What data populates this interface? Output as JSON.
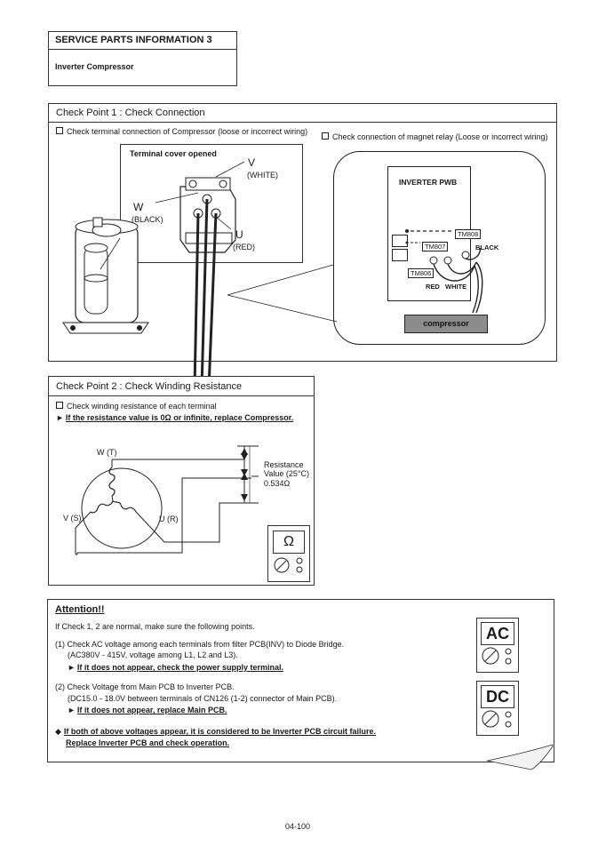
{
  "header": {
    "title": "SERVICE PARTS INFORMATION 3",
    "subtitle": "Inverter Compressor"
  },
  "check1": {
    "title": "Check Point 1 : Check Connection",
    "item1": "Check terminal connection of Compressor (loose or incorrect wiring)",
    "item2": "Check connection of magnet relay (Loose or incorrect wiring)",
    "terminal_cover_label": "Terminal cover opened",
    "v_label": "V",
    "v_color": "(WHITE)",
    "w_label": "W",
    "w_color": "(BLACK)",
    "u_label": "U",
    "u_color": "(RED)",
    "pwb_title": "INVERTER PWB",
    "tm808": "TM808",
    "tm807": "TM807",
    "tm806": "TM806",
    "black": "BLACK",
    "red": "RED",
    "white": "WHITE",
    "compressor": "compressor"
  },
  "check2": {
    "title": "Check Point 2 :  Check Winding Resistance",
    "item1": "Check winding resistance of each terminal",
    "item2": "If the resistance value is 0Ω or infinite, replace Compressor.",
    "w_t": "W (T)",
    "v_s": "V (S)",
    "u_r": "U (R)",
    "resistance_line1": "Resistance",
    "resistance_line2": "Value (25°C)",
    "resistance_value": "0.534Ω",
    "meter_symbol": "Ω"
  },
  "attention": {
    "title": "Attention!!",
    "intro": "If Check 1, 2 are normal, make sure the following points.",
    "p1_line1": "(1) Check AC voltage among each terminals from filter PCB(INV) to Diode Bridge.",
    "p1_line2": "(AC380V - 415V, voltage among L1, L2 and L3).",
    "p1_action": "If it does not appear, check the power supply terminal.",
    "p2_line1": "(2) Check Voltage from Main PCB to Inverter PCB.",
    "p2_line2": "(DC15.0 - 18.0V between terminals of CN126 (1-2) connector of Main PCB).",
    "p2_action": "If it does not appear, replace Main PCB.",
    "final_line1": "If both of above voltages appear, it is considered to be Inverter PCB circuit failure.",
    "final_line2": "Replace Inverter PCB and check operation.",
    "meter_ac": "AC",
    "meter_dc": "DC"
  },
  "footer": {
    "page_number": "04-100"
  }
}
